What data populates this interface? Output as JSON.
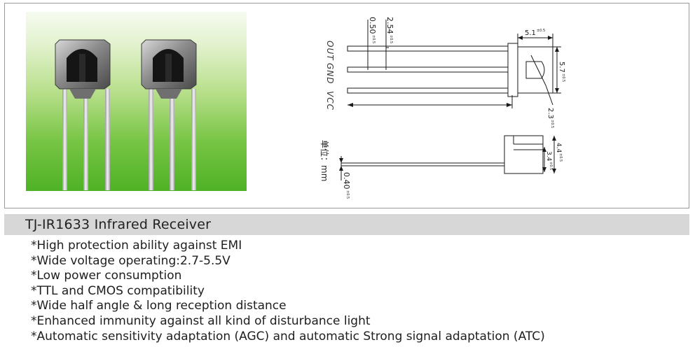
{
  "drawing": {
    "pin_labels": [
      "OUT",
      "GND",
      "VCC"
    ],
    "dim_pitch": "2.54",
    "dim_pitch_tol": "±0.5",
    "dim_pin_width": "0.50",
    "dim_pin_width_tol": "±0.5",
    "dim_body_width": "5.1",
    "dim_body_width_tol": "±0.5",
    "dim_body_height": "5.7",
    "dim_body_height_tol": "±0.5",
    "dim_lens_offset": "2.3",
    "dim_lens_offset_tol": "±0.5",
    "dim_depth": "4.4",
    "dim_depth_tol": "±0.5",
    "dim_lens_depth": "3.4",
    "dim_lens_depth_tol": "±0.5",
    "dim_pin_thickness": "0.40",
    "dim_pin_thickness_tol": "±0.5",
    "unit_label": "单位：mm"
  },
  "product": {
    "title": "TJ-IR1633 Infrared Receiver",
    "features": [
      "*High protection ability against EMI",
      "*Wide voltage operating:2.7-5.5V",
      "*Low power consumption",
      "*TTL and CMOS compatibility",
      "*Wide half angle & long reception distance",
      "*Enhanced immunity against all kind of disturbance light",
      "*Automatic sensitivity adaptation (AGC) and automatic Strong signal adaptation (ATC)"
    ]
  }
}
